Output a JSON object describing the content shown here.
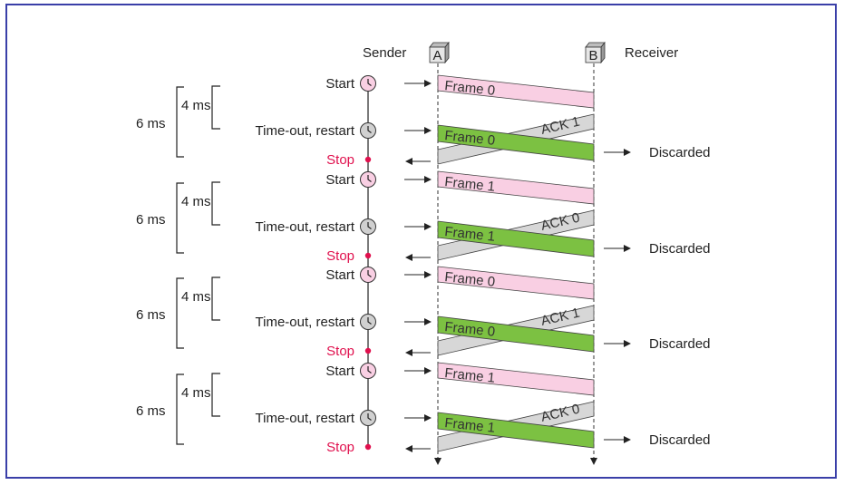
{
  "diagram": {
    "sender_label": "Sender",
    "receiver_label": "Receiver",
    "station_a": "A",
    "station_b": "B",
    "start_label": "Start",
    "timeout_label": "Time-out, restart",
    "stop_label": "Stop",
    "discarded_label": "Discarded",
    "outer_interval": "6 ms",
    "inner_interval": "4 ms",
    "colors": {
      "frame_original": "#f9cfe3",
      "frame_resent": "#7cc142",
      "ack": "#d7d7d7",
      "stop": "#e0104d",
      "border": "#3a3fa8"
    },
    "cycles": [
      {
        "frame": "Frame 0",
        "ack": "ACK 1"
      },
      {
        "frame": "Frame 1",
        "ack": "ACK 0"
      },
      {
        "frame": "Frame 0",
        "ack": "ACK 1"
      },
      {
        "frame": "Frame 1",
        "ack": "ACK 0"
      }
    ]
  }
}
